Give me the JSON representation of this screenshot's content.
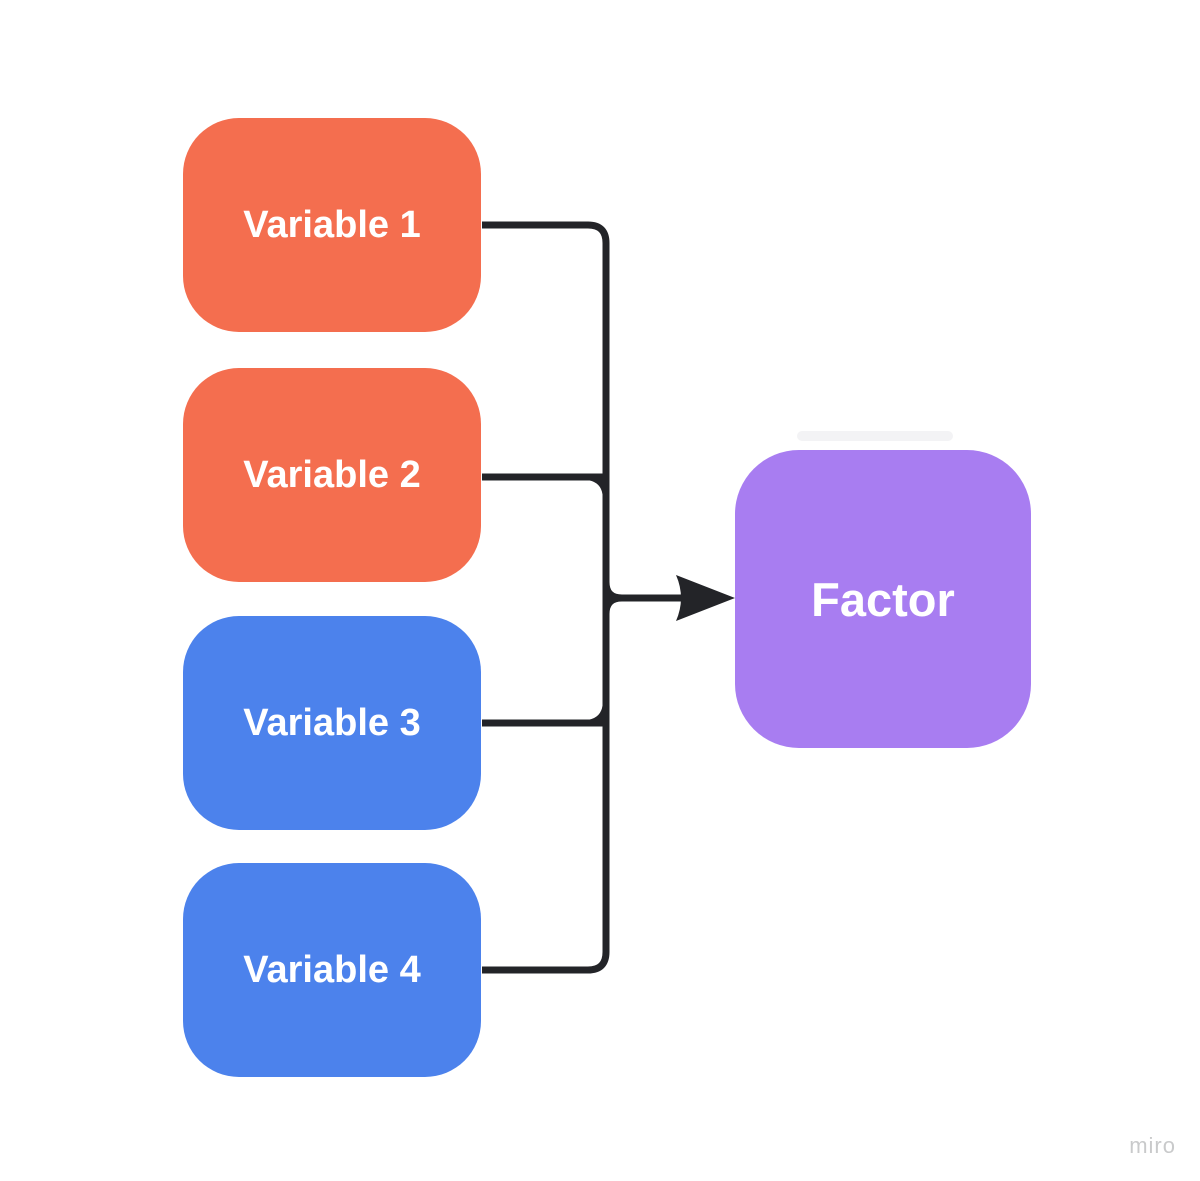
{
  "diagram": {
    "nodes": [
      {
        "id": "variable-1",
        "label": "Variable 1",
        "color": "#F46E4F"
      },
      {
        "id": "variable-2",
        "label": "Variable 2",
        "color": "#F46E4F"
      },
      {
        "id": "variable-3",
        "label": "Variable 3",
        "color": "#4C82EC"
      },
      {
        "id": "variable-4",
        "label": "Variable 4",
        "color": "#A87DF1"
      },
      {
        "id": "factor",
        "label": "Factor",
        "color": "#A87DF1"
      }
    ],
    "edges": [
      {
        "from": "variable-1",
        "to": "factor"
      },
      {
        "from": "variable-2",
        "to": "factor"
      },
      {
        "from": "variable-3",
        "to": "factor"
      },
      {
        "from": "variable-4",
        "to": "factor"
      }
    ],
    "connector_color": "#232428"
  },
  "watermark": {
    "label": "miro",
    "color": "#C9CACB"
  }
}
